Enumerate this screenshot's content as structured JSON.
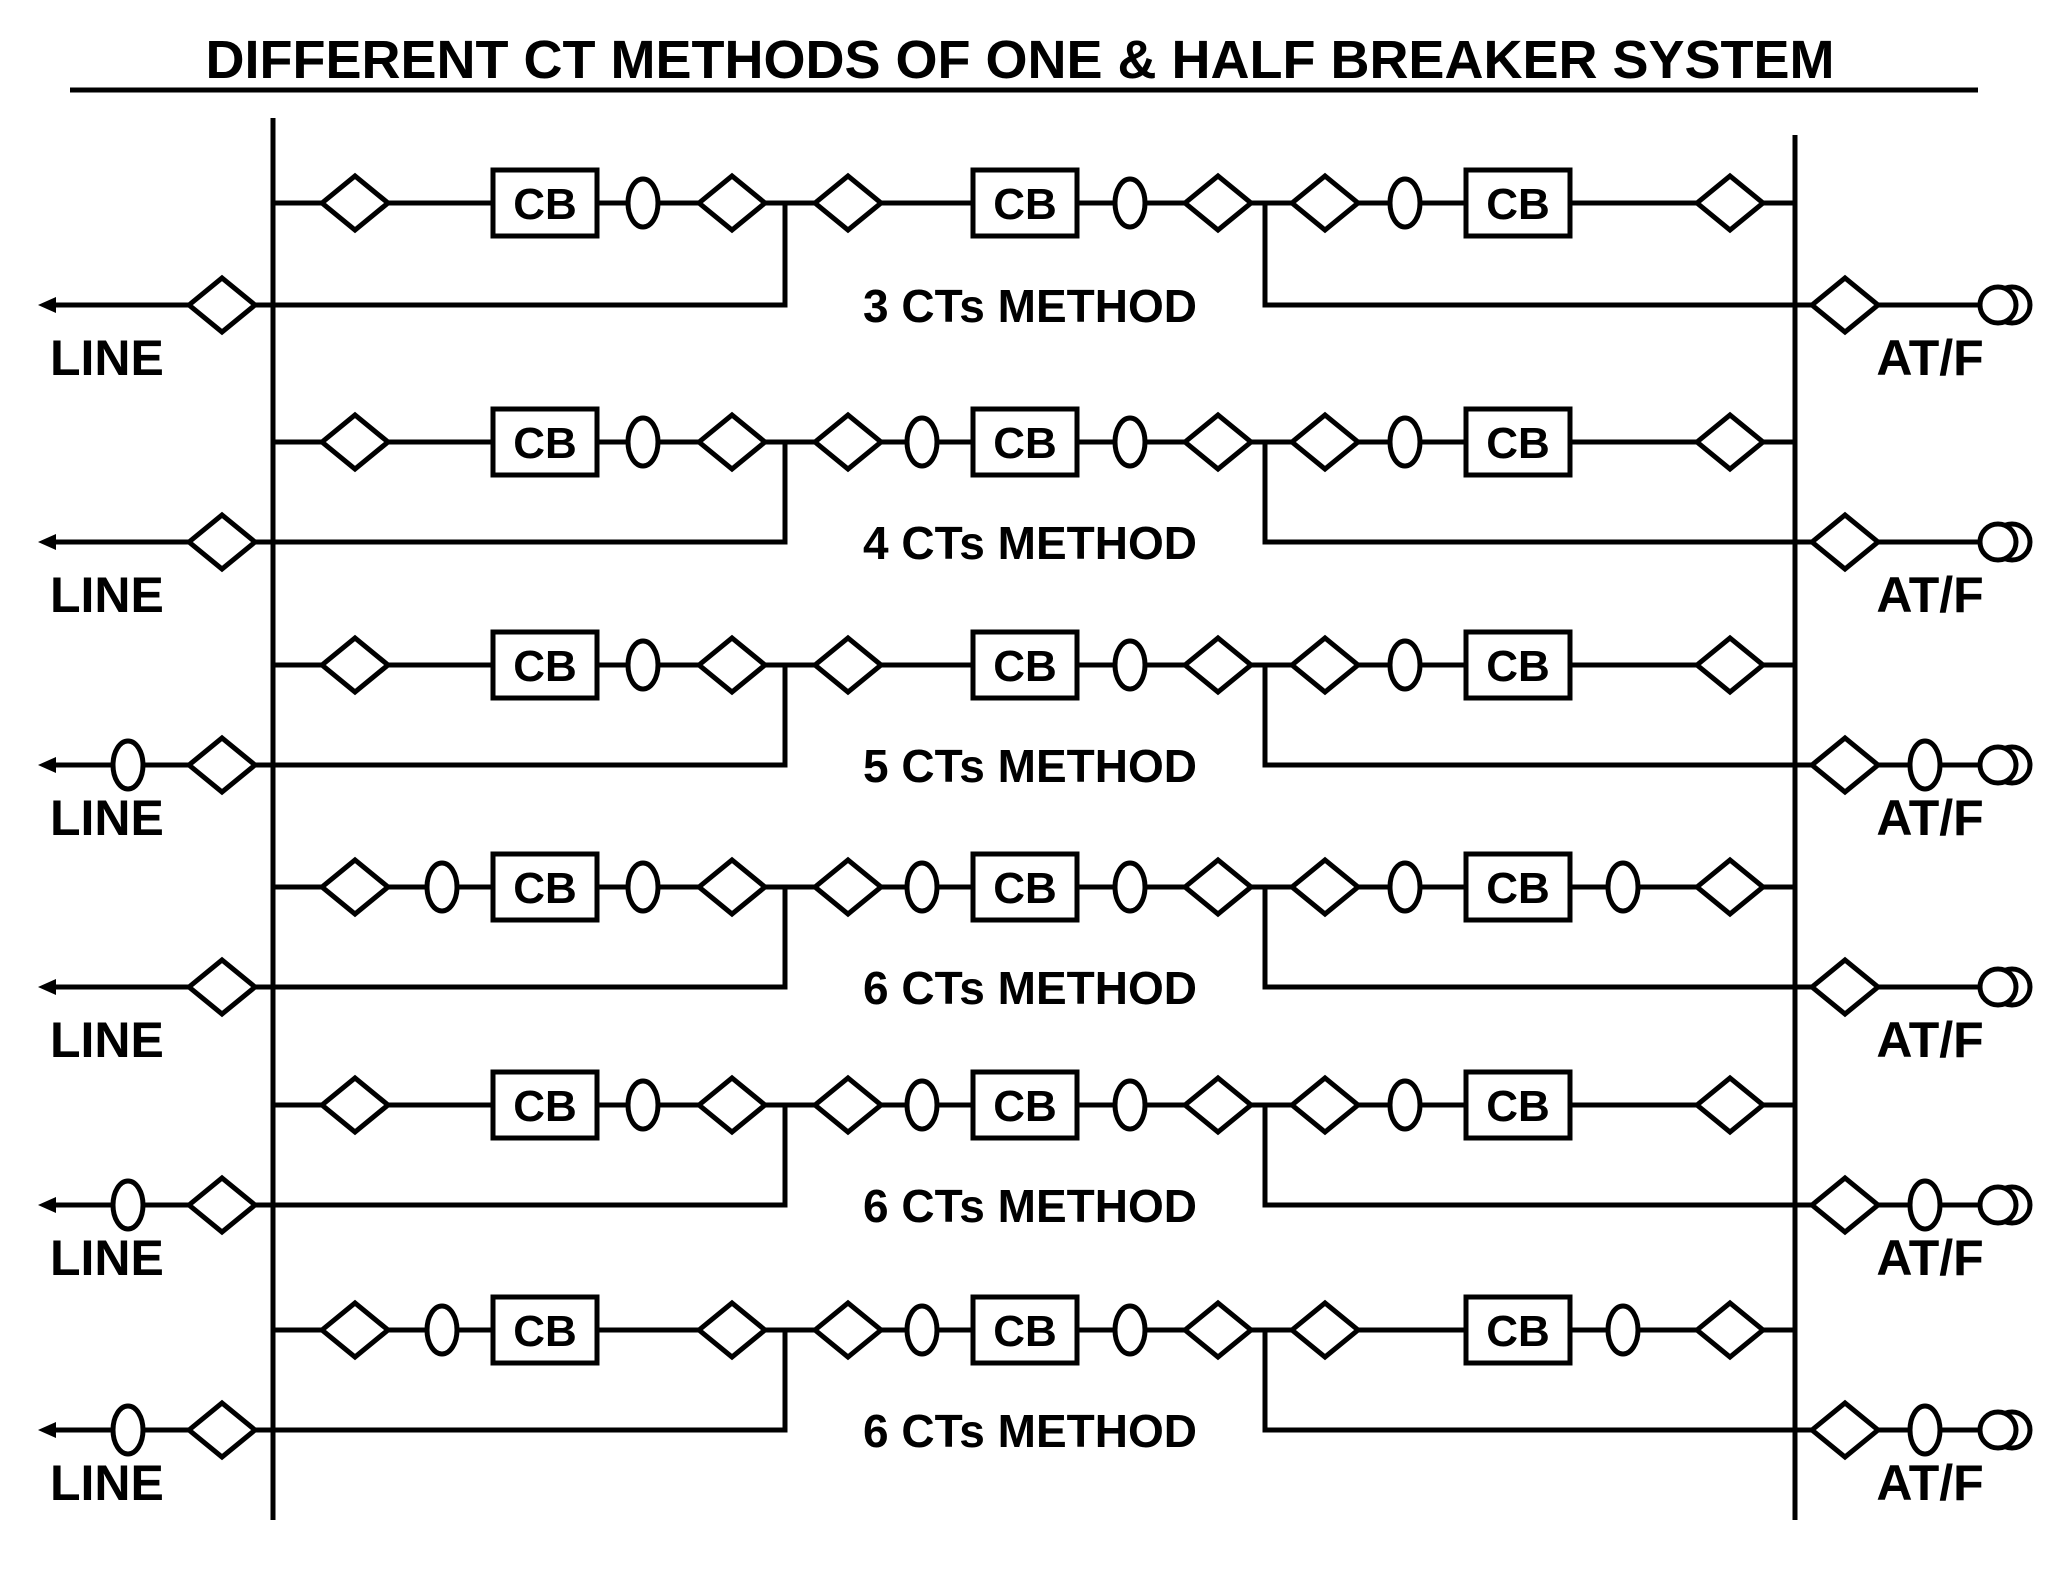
{
  "title": "DIFFERENT CT METHODS OF ONE & HALF BREAKER SYSTEM",
  "labels": {
    "breaker": "CB",
    "line": "LINE",
    "atf": "AT/F"
  },
  "diagrams": [
    {
      "method": "3 CTs METHOD",
      "cts": {
        "b1_left": false,
        "b1_right": true,
        "b2_left": false,
        "b2_right": true,
        "b3_left": true,
        "b3_right": false,
        "line": false,
        "atf": false
      }
    },
    {
      "method": "4 CTs METHOD",
      "cts": {
        "b1_left": false,
        "b1_right": true,
        "b2_left": true,
        "b2_right": true,
        "b3_left": true,
        "b3_right": false,
        "line": false,
        "atf": false
      }
    },
    {
      "method": "5 CTs METHOD",
      "cts": {
        "b1_left": false,
        "b1_right": true,
        "b2_left": false,
        "b2_right": true,
        "b3_left": true,
        "b3_right": false,
        "line": true,
        "atf": true
      }
    },
    {
      "method": "6 CTs METHOD",
      "cts": {
        "b1_left": true,
        "b1_right": true,
        "b2_left": true,
        "b2_right": true,
        "b3_left": true,
        "b3_right": true,
        "line": false,
        "atf": false
      }
    },
    {
      "method": "6 CTs METHOD",
      "cts": {
        "b1_left": false,
        "b1_right": true,
        "b2_left": true,
        "b2_right": true,
        "b3_left": true,
        "b3_right": false,
        "line": true,
        "atf": true
      }
    },
    {
      "method": "6 CTs METHOD",
      "cts": {
        "b1_left": true,
        "b1_right": false,
        "b2_left": true,
        "b2_right": true,
        "b3_left": false,
        "b3_right": true,
        "line": true,
        "atf": true
      }
    }
  ]
}
